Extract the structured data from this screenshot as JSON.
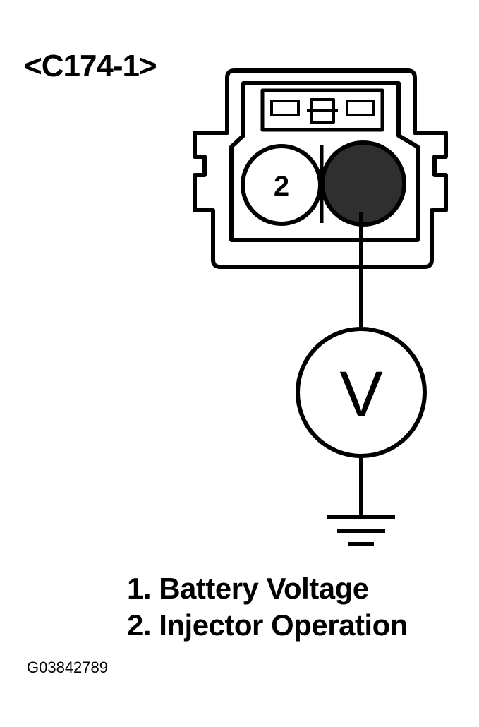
{
  "connector": {
    "id_label": "<C174-1>",
    "pin_label": "2"
  },
  "meter": {
    "symbol": "V"
  },
  "legend": {
    "items": [
      "1. Battery Voltage",
      "2. Injector Operation"
    ]
  },
  "figure_code": "G03842789"
}
